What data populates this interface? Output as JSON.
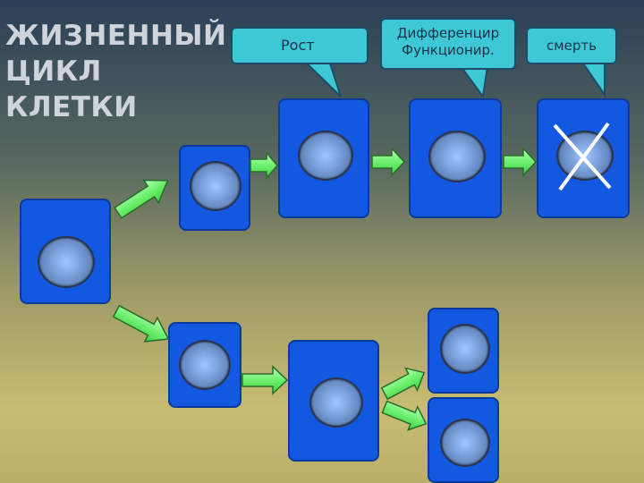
{
  "title": {
    "line1": "ЖИЗНЕННЫЙ",
    "line2": "ЦИКЛ",
    "line3": "КЛЕТКИ"
  },
  "callouts": {
    "growth": "Рост",
    "diff_line1": "Дифференцир",
    "diff_line2": "Функционир.",
    "death": "смерть"
  },
  "colors": {
    "cell": "#1358e0",
    "callout": "#3ec8d6",
    "arrow": "#6ef06e"
  },
  "icons": {
    "death_mark": "x-cross-icon"
  }
}
